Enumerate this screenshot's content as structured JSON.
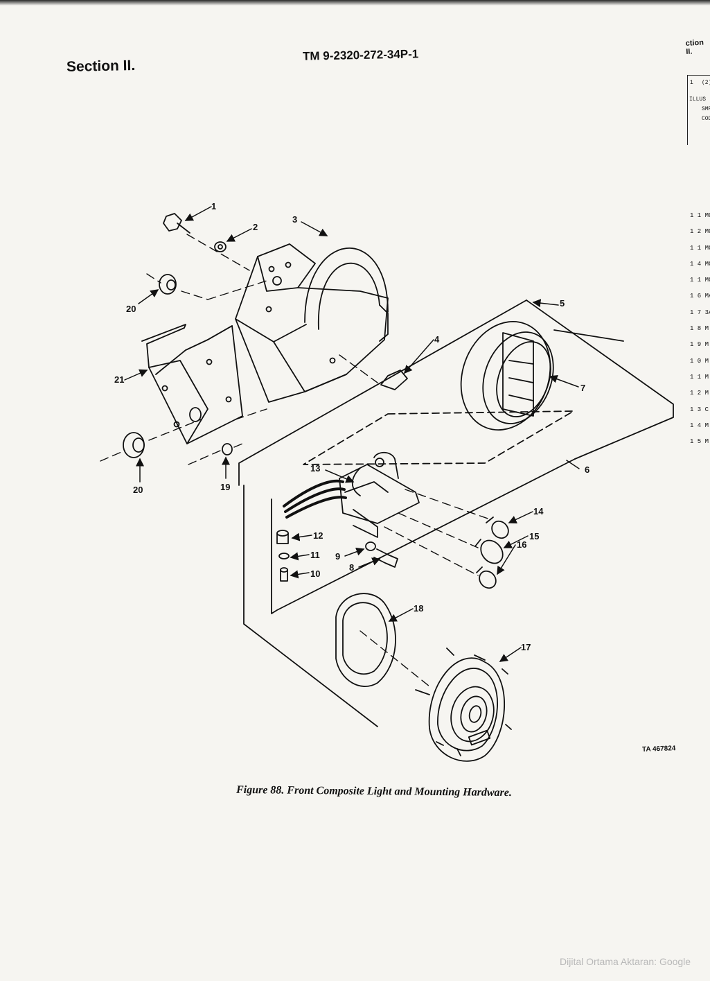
{
  "header": {
    "section": "Section II.",
    "tm_number": "TM 9-2320-272-34P-1",
    "right_fragment": "ction II."
  },
  "table_fragment": {
    "cells": [
      "1",
      "(2)",
      "ILLUS",
      "SMR",
      "CODE"
    ]
  },
  "right_column": [
    "1 1 MO",
    "1 2 MO",
    "1 1 MC",
    "1 4 MC",
    "1 1 MC",
    "1 6 MA",
    "1 7 3A",
    "1 8 M",
    "1 9 M",
    "1 0 M",
    "1 1 M",
    "1 2 M",
    "1 3 C",
    "1 4 M",
    "1 5 M"
  ],
  "figure": {
    "callouts": [
      "1",
      "2",
      "3",
      "4",
      "5",
      "6",
      "7",
      "8",
      "9",
      "10",
      "11",
      "12",
      "13",
      "14",
      "15",
      "16",
      "17",
      "18",
      "19",
      "20",
      "20",
      "21"
    ]
  },
  "caption": "Figure 88.  Front Composite Light and Mounting Hardware.",
  "ta_number": "TA 467824",
  "watermark": "Dijital Ortama Aktaran: Google"
}
